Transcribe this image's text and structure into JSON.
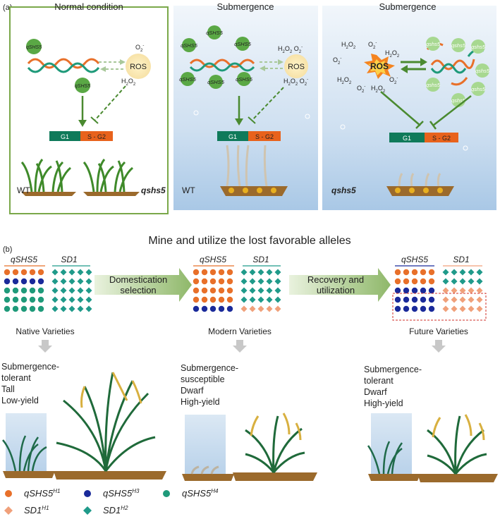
{
  "panel_a": {
    "label": "(a)",
    "normal": {
      "title": "Normal condition",
      "gene_top": "qSHS5",
      "gene_bottom": "qSHS5",
      "ros": "ROS",
      "o2": "O",
      "o2_sub": "2",
      "o2_sup": "-",
      "h2o2": "H",
      "h2o2_a": "2",
      "h2o2_b": "O",
      "h2o2_c": "2",
      "g1": "G1",
      "sg2": "S - G2",
      "wt": "WT",
      "mut": "qshs5"
    },
    "sub_wt": {
      "title": "Submergence",
      "genes": [
        "qSHS5",
        "qSHS5",
        "qSHS5",
        "qSHS5",
        "qSHS5",
        "qSHS5"
      ],
      "ros": "ROS",
      "g1": "G1",
      "sg2": "S - G2",
      "label": "WT"
    },
    "sub_mut": {
      "title": "Submergence",
      "genes": [
        "qshs5",
        "qshs5",
        "qshs5",
        "qshs5",
        "qshs5",
        "qshs5",
        "qshs5"
      ],
      "ros": "ROS",
      "g1": "G1",
      "sg2": "S - G2",
      "label": "qshs5"
    }
  },
  "panel_b": {
    "label": "(b)",
    "title": "Mine and utilize the lost favorable alleles",
    "gene1": "qSHS5",
    "gene2": "SD1",
    "arrow1_line1": "Domestication",
    "arrow1_line2": "selection",
    "arrow2_line1": "Recovery and",
    "arrow2_line2": "utilization",
    "varieties": [
      {
        "name": "Native Varieties",
        "traits": [
          "Submergence-",
          "tolerant",
          "Tall",
          "Low-yield"
        ]
      },
      {
        "name": "Modern Varieties",
        "traits": [
          "Submergence-",
          "susceptible",
          "Dwarf",
          "High-yield"
        ]
      },
      {
        "name": "Future Varieties",
        "traits": [
          "Submergence-",
          "tolerant",
          "Dwarf",
          "High-yield"
        ]
      }
    ],
    "legend": [
      {
        "base": "qSHS5",
        "sup": "H1",
        "color": "#e8702a",
        "shape": "circle"
      },
      {
        "base": "qSHS5",
        "sup": "H3",
        "color": "#1a2a9a",
        "shape": "circle"
      },
      {
        "base": "qSHS5",
        "sup": "H4",
        "color": "#1f9a7a",
        "shape": "circle"
      },
      {
        "base": "SD1",
        "sup": "H1",
        "color": "#f0a07a",
        "shape": "diamond"
      },
      {
        "base": "SD1",
        "sup": "H2",
        "color": "#1f9a8a",
        "shape": "diamond"
      }
    ]
  },
  "colors": {
    "orange": "#e8702a",
    "navy": "#1a2a9a",
    "teal": "#1f9a7a",
    "salmon": "#f0a07a",
    "diamond_teal": "#1f9a8a",
    "green_box": "#7aa84a",
    "gene_green": "#5aa845",
    "g1": "#0f7a5a",
    "sg2": "#e8621c",
    "soil": "#9b6a2c"
  }
}
